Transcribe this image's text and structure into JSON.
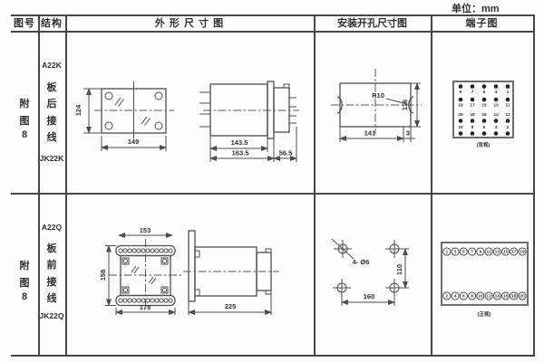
{
  "unit_label": "单位：mm",
  "header": {
    "col_figure": "图号",
    "col_structure": "结构",
    "col_outline": "外 形 尺 寸 图",
    "col_mounting": "安装开孔尺寸图",
    "col_terminal": "端子图"
  },
  "rows": [
    {
      "figure_no": [
        "附",
        "图",
        "8"
      ],
      "structure": {
        "model": "A22K",
        "chars": [
          "板",
          "后",
          "接",
          "线"
        ],
        "alt_model": "JK22K"
      },
      "outline": {
        "height": "124",
        "width": "149",
        "depth1": "143.5",
        "depth2": "163.5",
        "rear": "56.5"
      },
      "mounting": {
        "radius": "R10",
        "height": "116",
        "width": "141",
        "offset": "3"
      },
      "terminal": {
        "view_label": "(背视)",
        "r1": [
          "9",
          "7",
          "5",
          "3",
          "1"
        ],
        "r2": [
          "19",
          "17",
          "15",
          "13",
          "11"
        ],
        "r3": [
          "20",
          "18",
          "16",
          "14",
          "12"
        ],
        "r4": [
          "10",
          "8",
          "6",
          "4",
          "2"
        ]
      }
    },
    {
      "figure_no": [
        "附",
        "图",
        "8"
      ],
      "structure": {
        "model": "A22Q",
        "chars": [
          "板",
          "前",
          "接",
          "线"
        ],
        "alt_model": "JK22Q"
      },
      "outline": {
        "top_width": "153",
        "height": "158",
        "bottom_width": "178",
        "depth": "225"
      },
      "mounting": {
        "holes": "4- Ø6",
        "height": "110",
        "width": "160"
      },
      "terminal": {
        "view_label": "(正视)",
        "top": [
          "1",
          "3",
          "5",
          "7",
          "9",
          "11",
          "13",
          "15",
          "17",
          "19"
        ],
        "bottom": [
          "2",
          "4",
          "6",
          "8",
          "10",
          "12",
          "14",
          "16",
          "18",
          "20"
        ]
      }
    }
  ]
}
